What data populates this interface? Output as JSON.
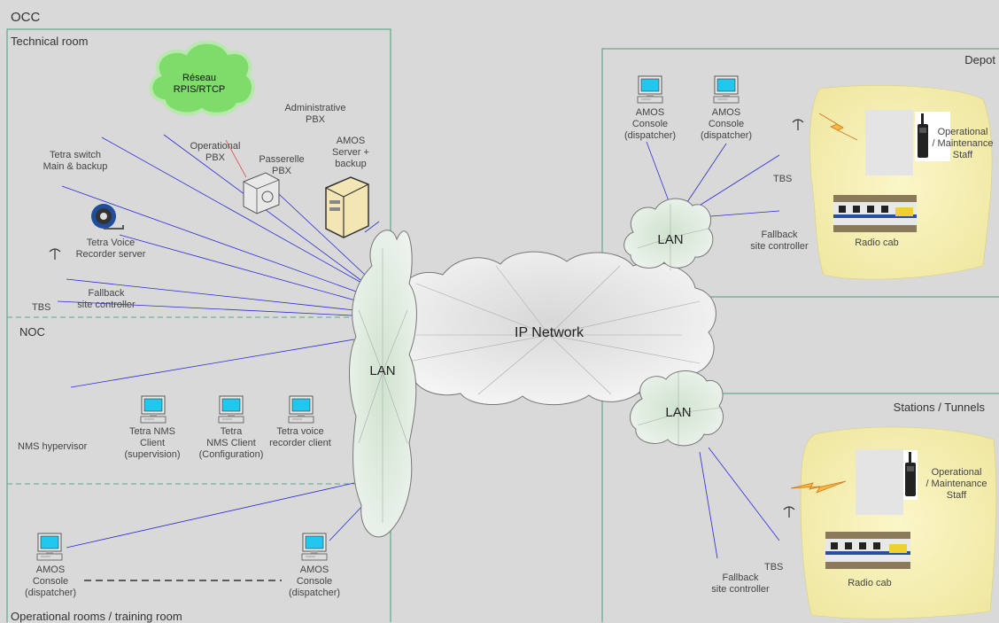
{
  "sections": {
    "occ": "OCC",
    "technical_room": "Technical room",
    "noc": "NOC",
    "operational_rooms": "Operational rooms / training room",
    "depot": "Depot",
    "stations": "Stations / Tunnels"
  },
  "cloud": {
    "line1": "Réseau",
    "line2": "RPIS/RTCP"
  },
  "labels": {
    "admin_pbx": [
      "Administrative",
      "PBX"
    ],
    "operational_pbx": [
      "Operational",
      "PBX"
    ],
    "passerelle_pbx": [
      "Passerelle",
      "PBX"
    ],
    "amos_server": [
      "AMOS",
      "Server +",
      "backup"
    ],
    "tetra_switch": [
      "Tetra switch",
      "Main & backup"
    ],
    "tetra_voice_recorder": [
      "Tetra Voice",
      "Recorder server"
    ],
    "fallback_occ": [
      "Fallback",
      "site controller"
    ],
    "tbs_occ": "TBS",
    "nms_hypervisor": "NMS hypervisor",
    "nms_supervision": [
      "Tetra NMS",
      "Client",
      "(supervision)"
    ],
    "nms_configuration": [
      "Tetra",
      "NMS Client",
      "(Configuration)"
    ],
    "voice_recorder_client": [
      "Tetra voice",
      "recorder client"
    ],
    "amos_console_1": [
      "AMOS",
      "Console",
      "(dispatcher)"
    ],
    "amos_console_2": [
      "AMOS",
      "Console",
      "(dispatcher)"
    ],
    "depot_console_1": [
      "AMOS",
      "Console",
      "(dispatcher)"
    ],
    "depot_console_2": [
      "AMOS",
      "Console",
      "(dispatcher)"
    ],
    "depot_tbs": "TBS",
    "depot_fallback": [
      "Fallback",
      "site controller"
    ],
    "depot_staff": [
      "Operational",
      "/ Maintenance",
      "Staff"
    ],
    "depot_radio_cab": "Radio cab",
    "station_tbs": "TBS",
    "station_fallback": [
      "Fallback",
      "site controller"
    ],
    "station_staff": [
      "Operational",
      "/ Maintenance",
      "Staff"
    ],
    "station_radio_cab": "Radio cab",
    "lan_occ": "LAN",
    "lan_depot": "LAN",
    "lan_station": "LAN",
    "ip_network": "IP Network"
  },
  "colors": {
    "background": "#d9d9d9",
    "section_border": "#4aa07a",
    "link_line": "#2b2bd6",
    "cloud_fill": "#eeeeee",
    "green_cloud": "#7ddc6a",
    "site_fill": "#f4efb4",
    "lightning": "#f0a020"
  },
  "icons": [
    "monitor-icon",
    "antenna-icon",
    "tape-reel-icon",
    "server-icon",
    "pbx-icon",
    "radio-handset-icon",
    "train-icon",
    "lightning-icon"
  ]
}
